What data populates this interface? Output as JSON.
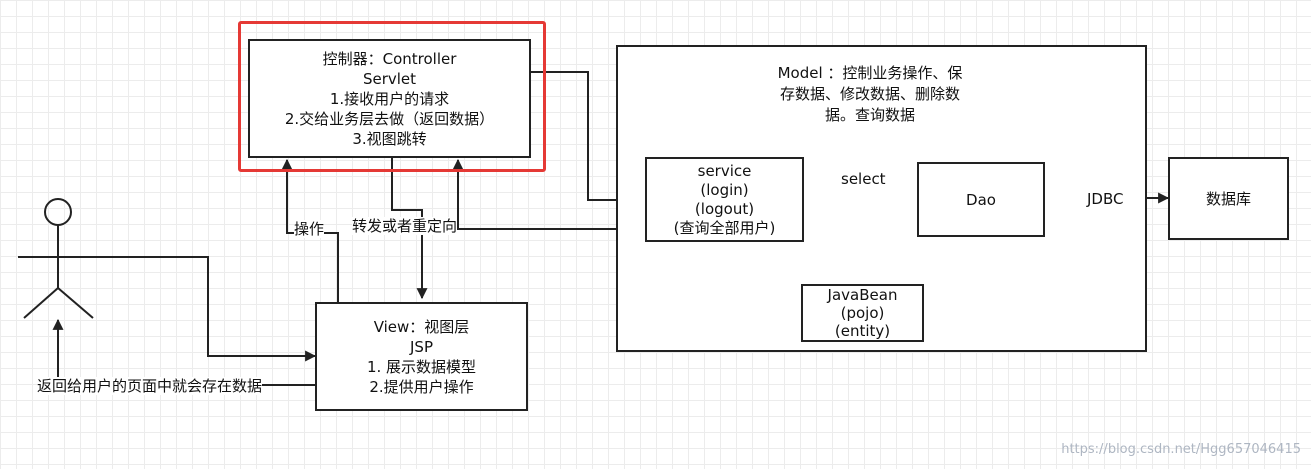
{
  "controller": {
    "lines": [
      "控制器：Controller",
      "Servlet",
      "1.接收用户的请求",
      "2.交给业务层去做（返回数据）",
      "3.视图跳转"
    ]
  },
  "view": {
    "lines": [
      "View：视图层",
      "JSP",
      "1. 展示数据模型",
      "2.提供用户操作"
    ]
  },
  "model": {
    "lines": [
      "Model ：控制业务操作、保",
      "存数据、修改数据、删除数",
      "据。查询数据"
    ]
  },
  "service": {
    "lines": [
      "service",
      "(login)",
      "(logout)",
      "(查询全部用户)"
    ]
  },
  "dao": {
    "label": "Dao"
  },
  "database": {
    "label": "数据库"
  },
  "javabean": {
    "lines": [
      "JavaBean",
      "(pojo)",
      "(entity)"
    ]
  },
  "labels": {
    "operate": "操作",
    "forward_redirect": "转发或者重定向",
    "select": "select",
    "jdbc": "JDBC",
    "return_data": "返回给用户的页面中就会存在数据"
  },
  "watermark": "https://blog.csdn.net/Hgg657046415",
  "colors": {
    "highlight": "#e53935",
    "stroke": "#222222"
  }
}
